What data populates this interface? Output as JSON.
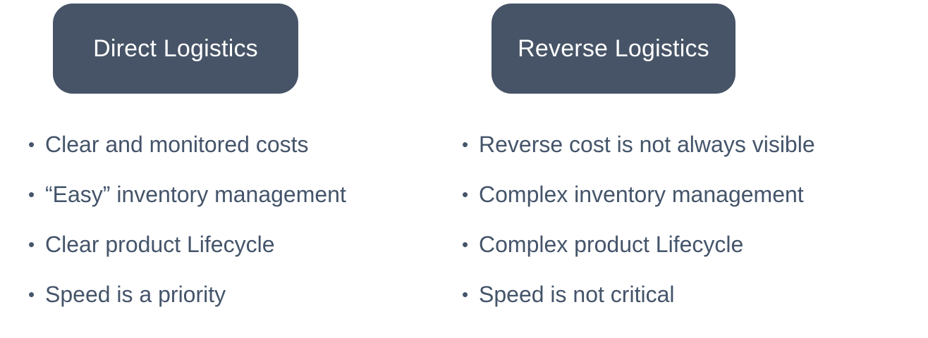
{
  "bullet_char": "•",
  "colors": {
    "background": "#FFFFFF",
    "header_box_fill": "#475467",
    "header_text": "#FFFFFF",
    "body_text": "#44546A"
  },
  "columns": [
    {
      "title": "Direct Logistics",
      "items": [
        "Clear and monitored costs",
        "“Easy” inventory management",
        "Clear product Lifecycle",
        "Speed is a priority"
      ]
    },
    {
      "title": "Reverse Logistics",
      "items": [
        "Reverse cost is not always visible",
        "Complex inventory management",
        "Complex product Lifecycle",
        "Speed is not critical"
      ]
    }
  ]
}
